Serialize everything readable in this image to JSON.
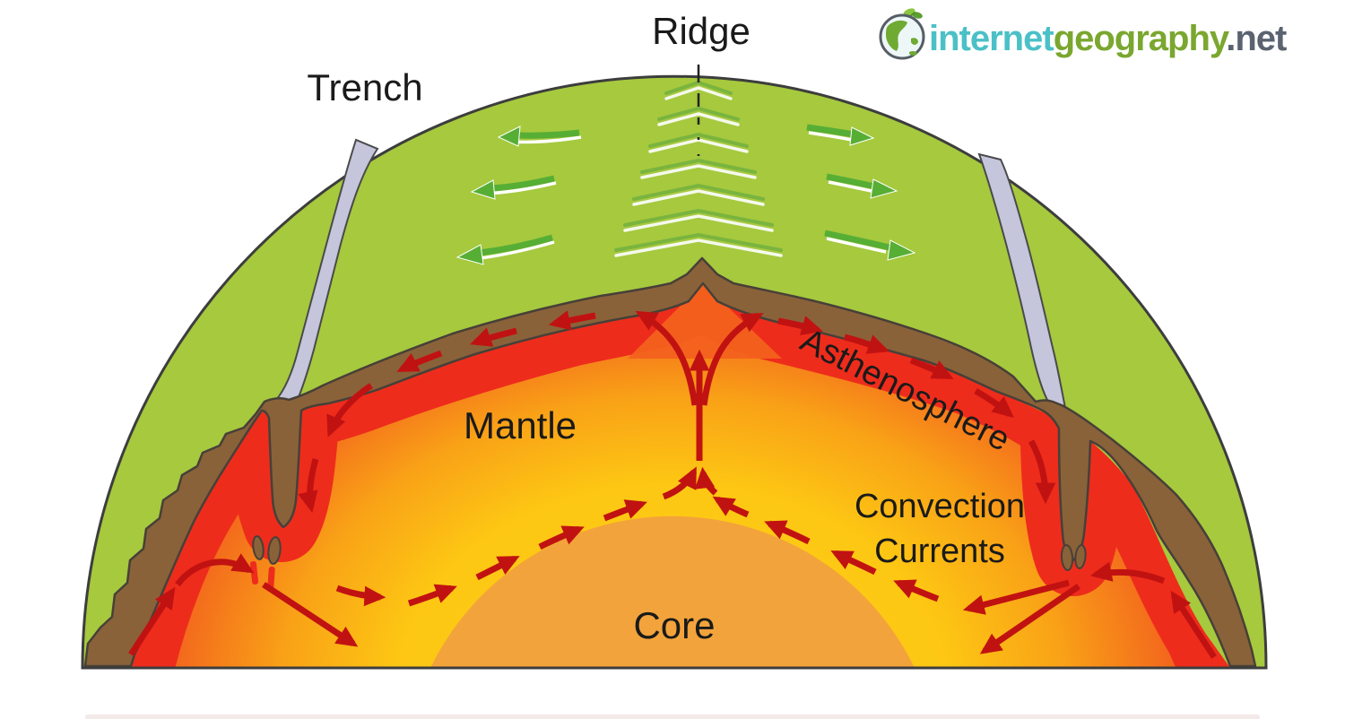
{
  "labels": {
    "ridge": "Ridge",
    "trench": "Trench",
    "mantle": "Mantle",
    "asthenosphere": "Asthenosphere",
    "convection_line1": "Convection",
    "convection_line2": "Currents",
    "core": "Core"
  },
  "logo": {
    "word1": "internet",
    "word2": "geography",
    "word3": ".net"
  },
  "colors": {
    "crust_green": "#a6c93e",
    "lithosphere_brown": "#8a6239",
    "asthenosphere_red": "#ee2c1c",
    "mantle_yellow": "#fdc713",
    "core_orange": "#f3a33b",
    "trench_gray": "#c5c5dc",
    "convection_arrow_red": "#c11212",
    "surface_arrow_green": "#57ae35",
    "logo_teal": "#4bc0c7",
    "logo_green": "#7aa72f",
    "logo_gray": "#5b6270"
  }
}
